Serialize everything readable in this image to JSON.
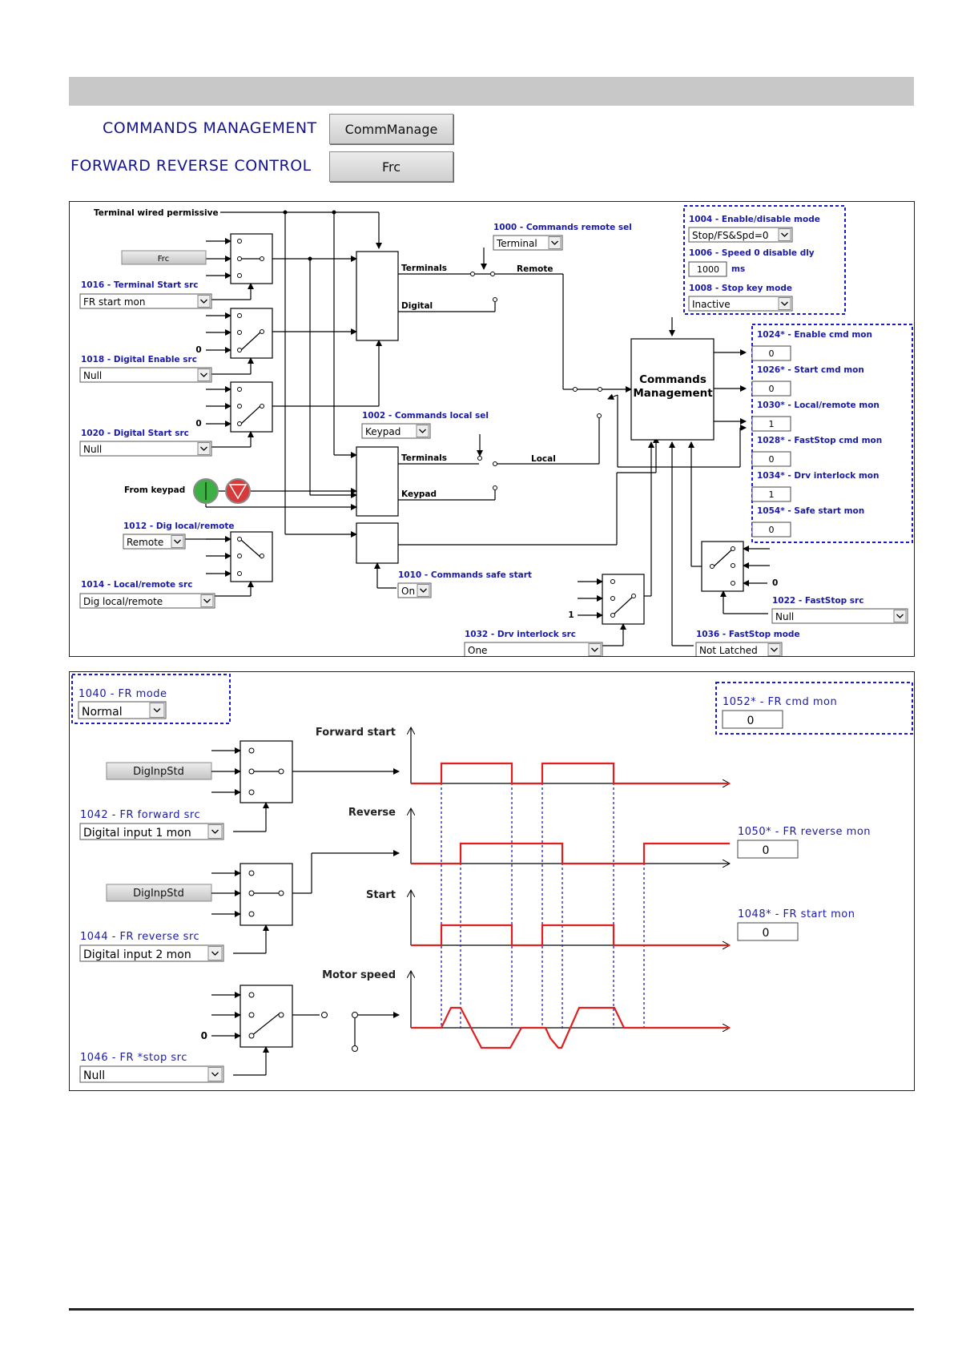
{
  "header": {
    "commands_label": "COMMANDS MANAGEMENT",
    "commands_button": "CommManage",
    "frc_label": "FORWARD REVERSE CONTROL",
    "frc_button": "Frc"
  },
  "diagram1": {
    "terminal_wired_permissive": "Terminal wired permissive",
    "frc_source": "Frc",
    "p1016_label": "1016 - Terminal Start src",
    "p1016_value": "FR start mon",
    "p1018_label": "1018 - Digital Enable src",
    "p1018_value": "Null",
    "p1020_label": "1020 - Digital Start src",
    "p1020_value": "Null",
    "zero": "0",
    "one": "1",
    "from_keypad": "From keypad",
    "p1012_label": "1012 - Dig local/remote",
    "p1012_value": "Remote",
    "p1014_label": "1014 - Local/remote src",
    "p1014_value": "Dig local/remote",
    "p1000_label": "1000 - Commands remote sel",
    "p1000_value": "Terminal",
    "terminals": "Terminals",
    "digital": "Digital",
    "remote": "Remote",
    "p1002_label": "1002 - Commands local sel",
    "p1002_value": "Keypad",
    "keypad": "Keypad",
    "local": "Local",
    "p1010_label": "1010 - Commands safe start",
    "p1010_value": "On",
    "p1032_label": "1032 - Drv interlock src",
    "p1032_value": "One",
    "commands_management": [
      "Commands",
      "Management"
    ],
    "p1004_label": "1004 - Enable/disable mode",
    "p1004_value": "Stop/FS&Spd=0",
    "p1006_label": "1006 - Speed 0 disable dly",
    "p1006_value": "1000",
    "p1006_unit": "ms",
    "p1008_label": "1008 - Stop key mode",
    "p1008_value": "Inactive",
    "monitors": [
      {
        "label": "1024* - Enable cmd mon",
        "value": "0"
      },
      {
        "label": "1026* - Start cmd mon",
        "value": "0"
      },
      {
        "label": "1030* - Local/remote mon",
        "value": "1"
      },
      {
        "label": "1028* - FastStop cmd mon",
        "value": "0"
      },
      {
        "label": "1034* - Drv interlock mon",
        "value": "1"
      },
      {
        "label": "1054* - Safe start mon",
        "value": "0"
      }
    ],
    "p1022_label": "1022 - FastStop src",
    "p1022_value": "Null",
    "p1036_label": "1036 - FastStop mode",
    "p1036_value": "Not Latched"
  },
  "diagram2": {
    "p1040_label": "1040 - FR mode",
    "p1040_value": "Normal",
    "p1052_label": "1052* - FR cmd mon",
    "p1052_value": "0",
    "dig_inp_std_1": "DigInpStd",
    "dig_inp_std_2": "DigInpStd",
    "p1042_label": "1042 - FR forward src",
    "p1042_value": "Digital input 1 mon",
    "p1044_label": "1044 - FR reverse src",
    "p1044_value": "Digital input 2 mon",
    "p1046_label": "1046 - FR *stop src",
    "p1046_value": "Null",
    "zero": "0",
    "forward_start": "Forward start",
    "reverse": "Reverse",
    "start": "Start",
    "motor_speed": "Motor speed",
    "p1050_label": "1050* - FR reverse mon",
    "p1050_value": "0",
    "p1048_label": "1048* - FR start mon",
    "p1048_value": "0"
  },
  "colors": {
    "param_label": "#1a1aa8",
    "signal_red": "#e02020",
    "dashed_blue": "#1a1ad0",
    "button_green": "#3cb043",
    "button_red": "#d83a3a",
    "top_bar": "#c8c8c8"
  },
  "icons": [
    "start-button-icon",
    "stop-button-icon",
    "dropdown-arrow-icon"
  ]
}
